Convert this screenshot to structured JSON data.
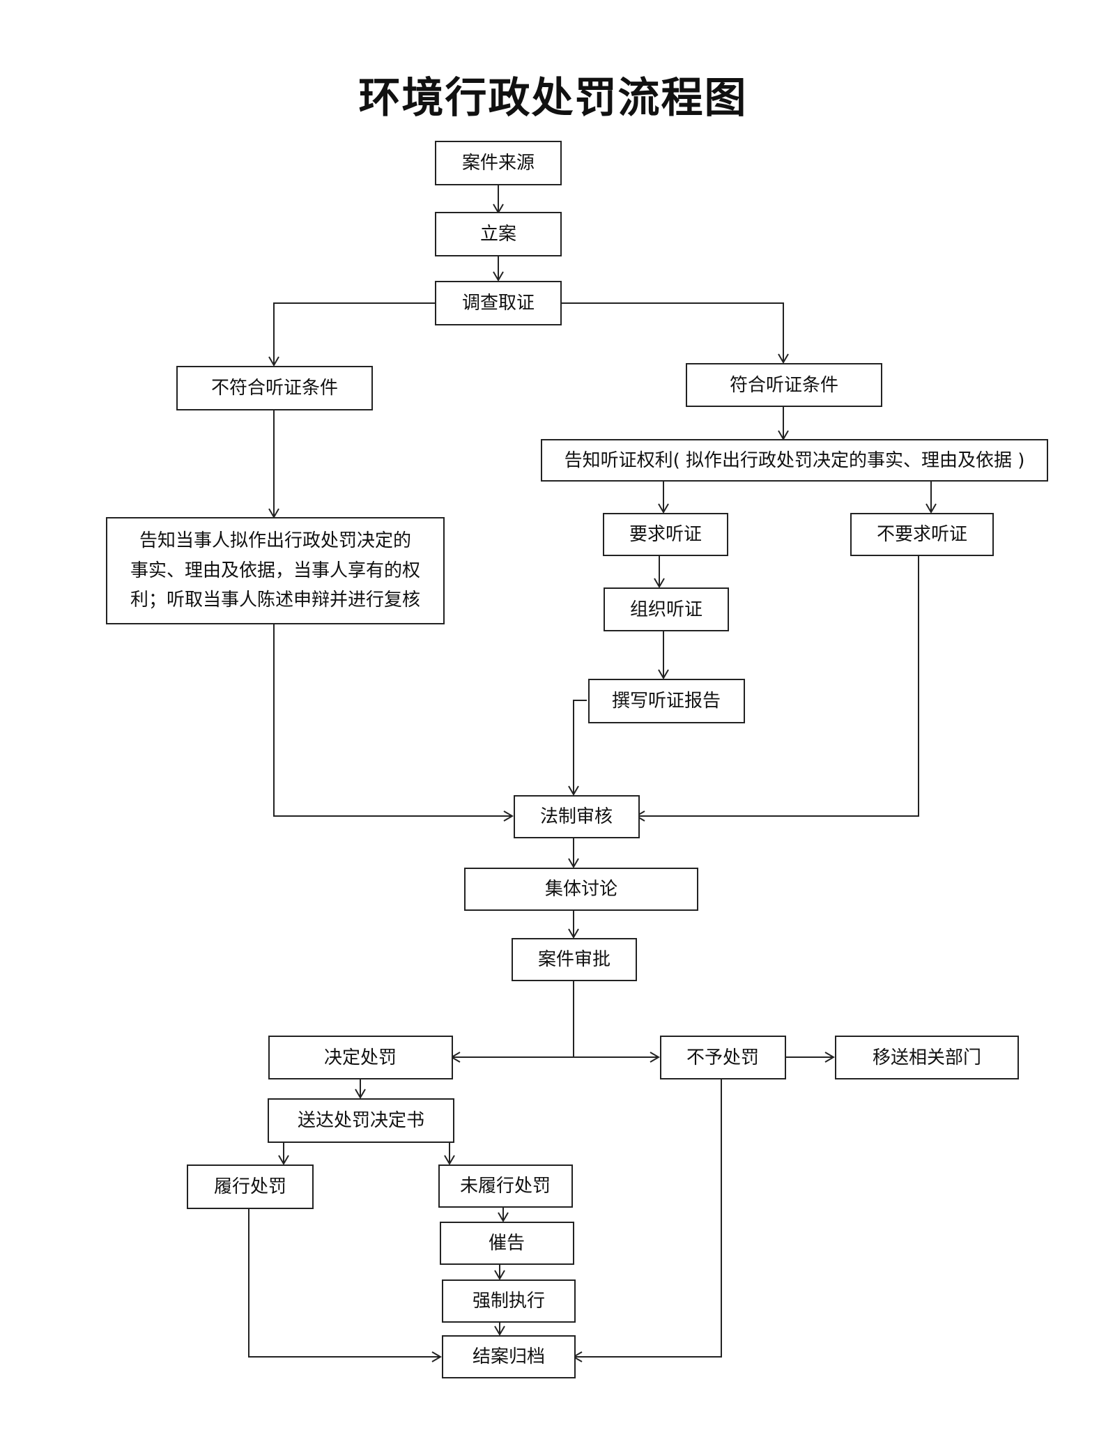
{
  "title": "环境行政处罚流程图",
  "nodes": {
    "source": "案件来源",
    "register": "立案",
    "investigate": "调查取证",
    "not_hearing": "不符合听证条件",
    "hearing": "符合听证条件",
    "notify_rights": "告知听证权利( 拟作出行政处罚决定的事实、理由及依据 )",
    "notify_party": [
      "告知当事人拟作出行政处罚决定的",
      "事实、理由及依据，当事人享有的权",
      "利；听取当事人陈述申辩并进行复核"
    ],
    "request_hearing": "要求听证",
    "no_request": "不要求听证",
    "organize_hearing": "组织听证",
    "write_report": "撰写听证报告",
    "legal_review": "法制审核",
    "group_discussion": "集体讨论",
    "case_approval": "案件审批",
    "decide_penalty": "决定处罚",
    "no_penalty": "不予处罚",
    "transfer": "移送相关部门",
    "deliver": "送达处罚决定书",
    "fulfill": "履行处罚",
    "not_fulfill": "未履行处罚",
    "urge": "催告",
    "enforce": "强制执行",
    "close": "结案归档"
  }
}
